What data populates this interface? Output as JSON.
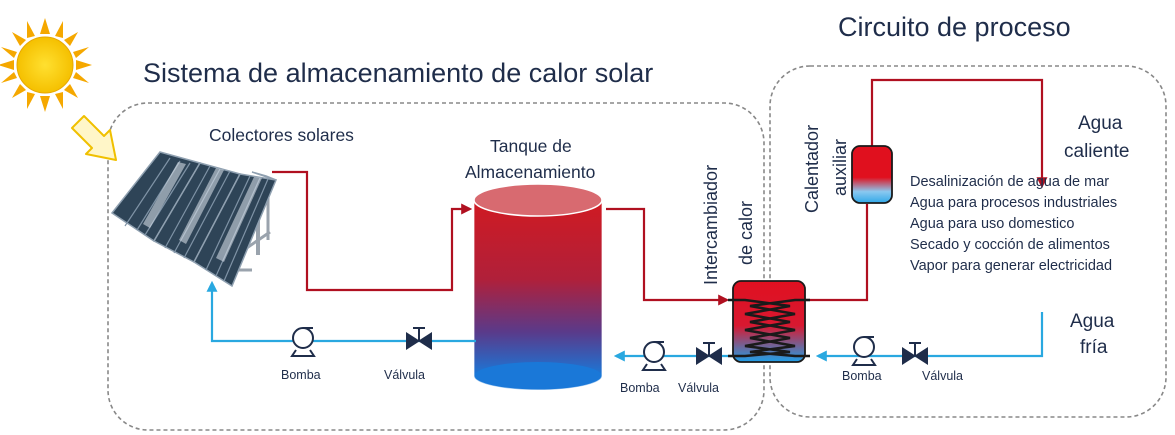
{
  "titles": {
    "main": "Sistema de almacenamiento de calor solar",
    "process": "Circuito de proceso"
  },
  "labels": {
    "collectors": "Colectores solares",
    "tank_line1": "Tanque de",
    "tank_line2": "Almacenamiento",
    "exchanger_line1": "Intercambiador",
    "exchanger_line2": "de calor",
    "heater_line1": "Calentador",
    "heater_line2": "auxiliar",
    "hot_water_line1": "Agua",
    "hot_water_line2": "caliente",
    "cold_water_line1": "Agua",
    "cold_water_line2": "fría"
  },
  "components": {
    "pump1": "Bomba",
    "valve1": "Válvula",
    "pump2": "Bomba",
    "valve2": "Válvula",
    "pump3": "Bomba",
    "valve3": "Válvula"
  },
  "applications": [
    "Desalinización de agua de mar",
    "Agua para procesos industriales",
    "Agua para uso domestico",
    "Secado y cocción de alimentos",
    "Vapor para generar electricidad"
  ],
  "colors": {
    "hot_pipe": "#b01020",
    "cold_pipe": "#29a8e0",
    "text": "#1f2d4a",
    "sun": "#f7c600",
    "panel": "#2e4457"
  }
}
